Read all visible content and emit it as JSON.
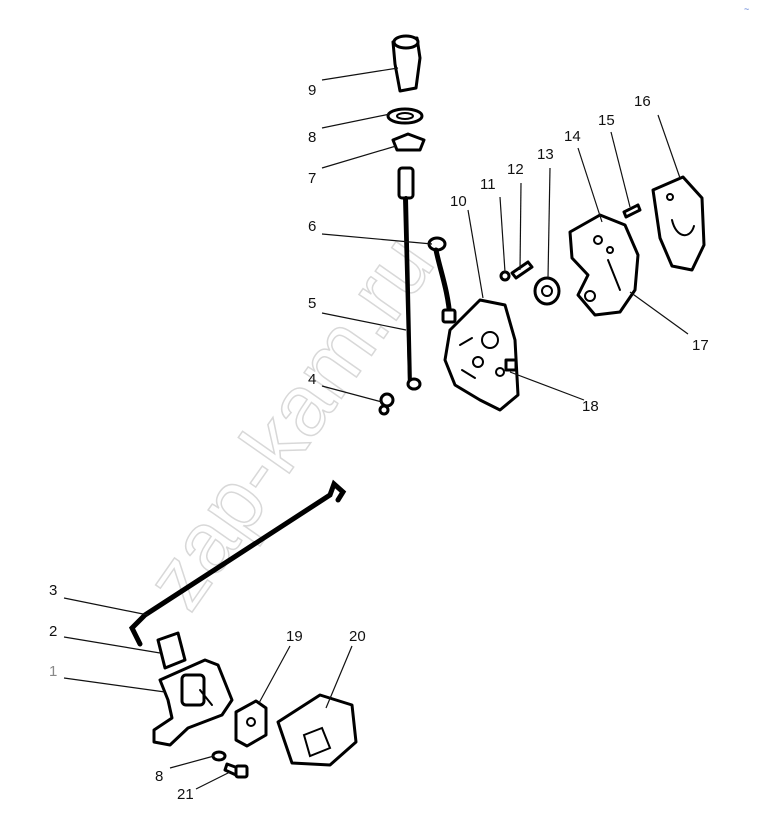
{
  "watermark": "zap-kam.ru",
  "corner_mark": "~",
  "callouts": [
    {
      "id": "9",
      "text": "9"
    },
    {
      "id": "8a",
      "text": "8"
    },
    {
      "id": "7",
      "text": "7"
    },
    {
      "id": "6",
      "text": "6"
    },
    {
      "id": "5",
      "text": "5"
    },
    {
      "id": "4",
      "text": "4"
    },
    {
      "id": "10",
      "text": "10"
    },
    {
      "id": "11",
      "text": "11"
    },
    {
      "id": "12",
      "text": "12"
    },
    {
      "id": "13",
      "text": "13"
    },
    {
      "id": "14",
      "text": "14"
    },
    {
      "id": "15",
      "text": "15"
    },
    {
      "id": "16",
      "text": "16"
    },
    {
      "id": "17",
      "text": "17"
    },
    {
      "id": "18",
      "text": "18"
    },
    {
      "id": "3",
      "text": "3"
    },
    {
      "id": "2",
      "text": "2"
    },
    {
      "id": "1",
      "text": "1"
    },
    {
      "id": "19",
      "text": "19"
    },
    {
      "id": "20",
      "text": "20"
    },
    {
      "id": "8b",
      "text": "8"
    },
    {
      "id": "21",
      "text": "21"
    }
  ]
}
